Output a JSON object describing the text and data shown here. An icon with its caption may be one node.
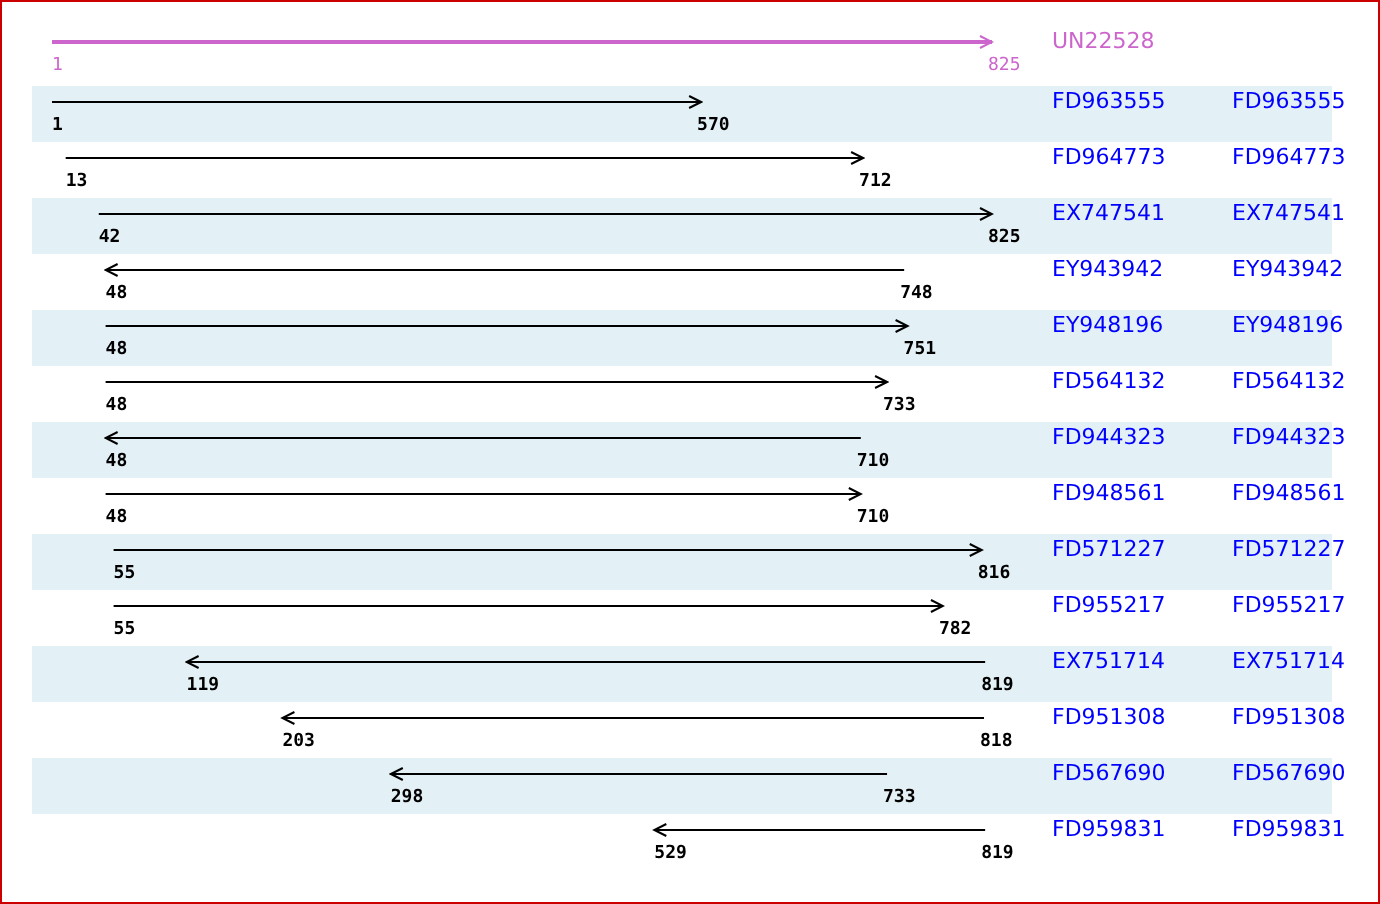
{
  "diagram": {
    "nodes": [
      {
        "text": [
          "1"
        ]
      },
      {
        "text": [
          "825"
        ]
      },
      {
        "text": [
          "1"
        ]
      },
      {
        "text": [
          "570"
        ]
      },
      {
        "text": [
          "13"
        ]
      },
      {
        "text": [
          "712"
        ]
      },
      {
        "text": [
          "42"
        ]
      },
      {
        "text": [
          "825"
        ]
      },
      {
        "text": [
          "48"
        ]
      },
      {
        "text": [
          "748"
        ]
      },
      {
        "text": [
          "48"
        ]
      },
      {
        "text": [
          "751"
        ]
      },
      {
        "text": [
          "48"
        ]
      },
      {
        "text": [
          "733"
        ]
      },
      {
        "text": [
          "48"
        ]
      },
      {
        "text": [
          "710"
        ]
      },
      {
        "text": [
          "48"
        ]
      },
      {
        "text": [
          "710"
        ]
      },
      {
        "text": [
          "55"
        ]
      },
      {
        "text": [
          "816"
        ]
      },
      {
        "text": [
          "55"
        ]
      },
      {
        "text": [
          "782"
        ]
      },
      {
        "text": [
          "119"
        ]
      },
      {
        "text": [
          "819"
        ]
      },
      {
        "text": [
          "203"
        ]
      },
      {
        "text": [
          "818"
        ]
      },
      {
        "text": [
          "298"
        ]
      },
      {
        "text": [
          "733"
        ]
      },
      {
        "text": [
          "529"
        ]
      },
      {
        "text": [
          "819"
        ]
      }
    ],
    "edges": [
      {
        "from": 0,
        "to": 1,
        "arrow": "to",
        "color": "#cc66cc"
      },
      {
        "from": 2,
        "to": 3,
        "arrow": "to"
      },
      {
        "from": 4,
        "to": 5,
        "arrow": "to"
      },
      {
        "from": 6,
        "to": 7,
        "arrow": "to"
      },
      {
        "from": 9,
        "to": 8,
        "arrow": "to"
      },
      {
        "from": 10,
        "to": 11,
        "arrow": "to"
      },
      {
        "from": 12,
        "to": 13,
        "arrow": "to"
      },
      {
        "from": 15,
        "to": 14,
        "arrow": "to"
      },
      {
        "from": 16,
        "to": 17,
        "arrow": "to"
      },
      {
        "from": 18,
        "to": 19,
        "arrow": "to"
      },
      {
        "from": 20,
        "to": 21,
        "arrow": "to"
      },
      {
        "from": 23,
        "to": 22,
        "arrow": "to"
      },
      {
        "from": 25,
        "to": 24,
        "arrow": "to"
      },
      {
        "from": 27,
        "to": 26,
        "arrow": "to"
      },
      {
        "from": 29,
        "to": 28,
        "arrow": "to"
      }
    ],
    "labels": [
      "UN22528",
      "FD963555",
      "FD963555",
      "FD964773",
      "FD964773",
      "EX747541",
      "EX747541",
      "EY943942",
      "EY943942",
      "EY948196",
      "EY948196",
      "FD564132",
      "FD564132",
      "FD944323",
      "FD944323",
      "FD948561",
      "FD948561",
      "FD571227",
      "FD571227",
      "FD955217",
      "FD955217",
      "EX751714",
      "EX751714",
      "FD951308",
      "FD951308",
      "FD567690",
      "FD567690",
      "FD959831",
      "FD959831"
    ]
  }
}
